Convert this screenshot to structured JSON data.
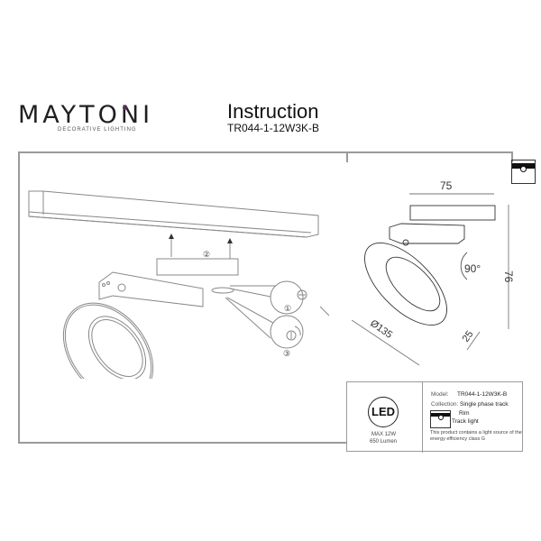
{
  "header": {
    "brand": "MAYTONI",
    "brand_tagline": "DECORATIVE LIGHTING",
    "brand_accent_color": "#5a2d5c",
    "title": "Instruction",
    "model_code": "TR044-1-12W3K-B"
  },
  "installation_diagram": {
    "step_labels": [
      "①",
      "②",
      "③"
    ],
    "icons": [
      "track-rail",
      "adapter-arrow-up",
      "screw-horizontal",
      "screw-rotate"
    ]
  },
  "dimensions_diagram": {
    "width": "75",
    "height": "76",
    "diameter": "Ø135",
    "thickness": "25",
    "rotation": "90°"
  },
  "spec_table": {
    "led_badge": "LED",
    "max_power": "MAX 12W",
    "lumen": "650 Lumen",
    "model_label": "Model:",
    "model_value": "TR044-1-12W3K-B",
    "collection_label": "Collection:",
    "collection_value": "Single phase track",
    "rim_label": "Rim",
    "type_label": "Track light",
    "energy_note": "This product contains a light source of the energy efficiency class G"
  }
}
